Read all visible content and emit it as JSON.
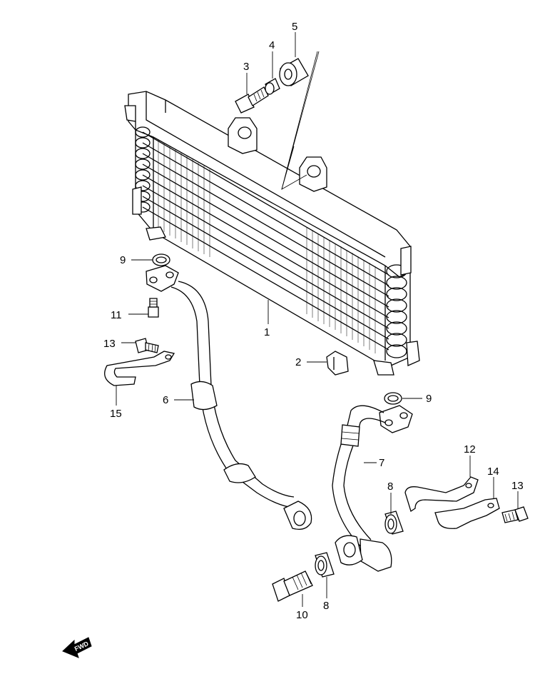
{
  "labels": {
    "p1": "1",
    "p2": "2",
    "p3": "3",
    "p4": "4",
    "p5": "5",
    "p6": "6",
    "p7": "7",
    "p8a": "8",
    "p8b": "8",
    "p9a": "9",
    "p9b": "9",
    "p10": "10",
    "p11": "11",
    "p12": "12",
    "p13a": "13",
    "p13b": "13",
    "p14": "14",
    "p15": "15"
  },
  "fwd_label": "FWD"
}
